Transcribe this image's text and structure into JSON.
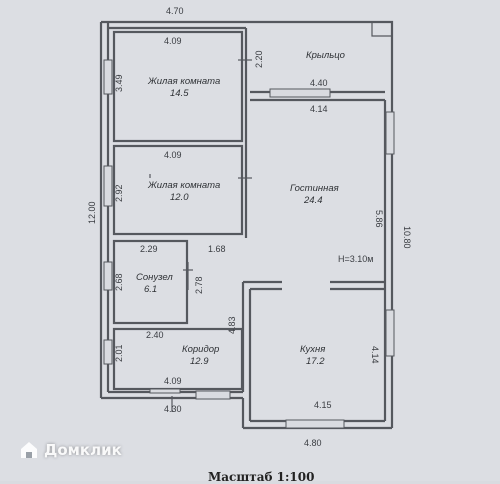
{
  "plan": {
    "rooms": [
      {
        "name": "Жилая комната",
        "area": "14.5"
      },
      {
        "name": "Жилая комната",
        "area": "12.0"
      },
      {
        "name": "Гостинная",
        "area": "24.4"
      },
      {
        "name": "Сонузел",
        "area": "6.1"
      },
      {
        "name": "Коридор",
        "area": "12.9"
      },
      {
        "name": "Кухня",
        "area": "17.2"
      },
      {
        "name": "Крыльцо",
        "area": ""
      }
    ],
    "dimensions": {
      "top_overall": "4.70",
      "left_overall": "12.00",
      "right_overall": "10.80",
      "bottom_overall": "4.80",
      "room1_width": "4.09",
      "room1_height": "3.49",
      "room2_width": "4.09",
      "room2_height": "2.92",
      "porch_height": "2.20",
      "porch_width": "4.40",
      "living_width": "4.14",
      "living_height": "5.86",
      "bath_width": "2.29",
      "bath_height": "2.68",
      "bath_depth": "2.78",
      "gap_168": "1.68",
      "corridor_width": "2.40",
      "corridor_height": "2.01",
      "corridor_inner": "4.09",
      "corridor_outer": "4.30",
      "hall_height": "4.83",
      "kitchen_height": "4.14",
      "kitchen_width": "4.15",
      "ceiling_height": "H=3.10м"
    },
    "scale": "Масштаб 1:100"
  },
  "watermark": {
    "brand": "Домклик",
    "icon": "house-logo-icon"
  }
}
